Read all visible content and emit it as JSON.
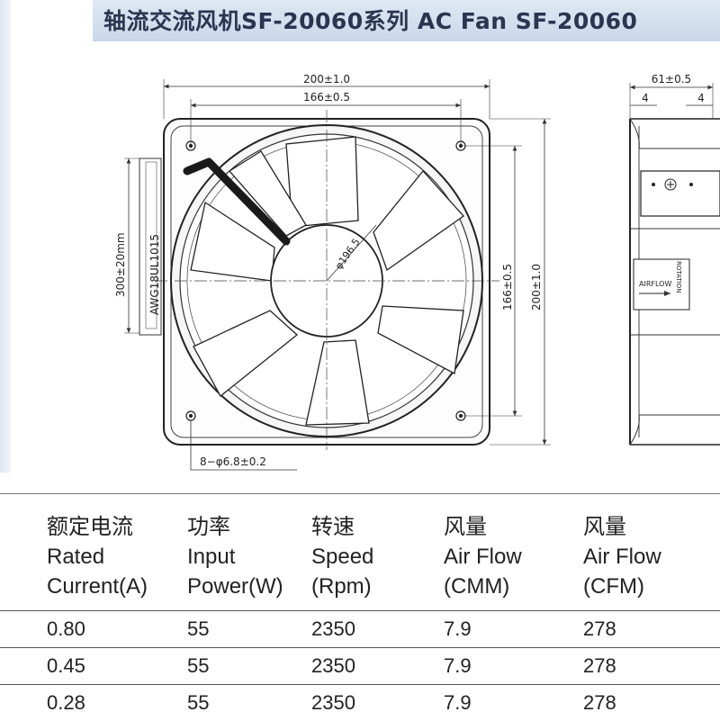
{
  "banner": {
    "title": "轴流交流风机SF-20060系列  AC Fan SF-20060"
  },
  "front_view": {
    "width_outer": "200±1.0",
    "width_inner": "166±0.5",
    "height_outer": "200±1.0",
    "height_inner": "166±0.5",
    "diameter": "φ196.5",
    "lead_length": "300±20mm",
    "wire_spec": "AWG18UL1015",
    "holes": "8−φ6.8±0.2"
  },
  "side_view": {
    "depth": "61±0.5",
    "flange_left": "4",
    "flange_right": "4",
    "airflow_label": "AIRFLOW",
    "rotation_label": "ROTATION"
  },
  "table": {
    "headers": [
      {
        "cn": "额定电流",
        "en1": "Rated",
        "en2": "Current(A)"
      },
      {
        "cn": "功率",
        "en1": "Input",
        "en2": "Power(W)"
      },
      {
        "cn": "转速",
        "en1": "Speed",
        "en2": "(Rpm)"
      },
      {
        "cn": "风量",
        "en1": "Air Flow",
        "en2": "(CMM)"
      },
      {
        "cn": "风量",
        "en1": "Air Flow",
        "en2": "(CFM)"
      }
    ],
    "rows": [
      [
        "0.80",
        "55",
        "2350",
        "7.9",
        "278"
      ],
      [
        "0.45",
        "55",
        "2350",
        "7.9",
        "278"
      ],
      [
        "0.28",
        "55",
        "2350",
        "7.9",
        "278"
      ]
    ]
  }
}
